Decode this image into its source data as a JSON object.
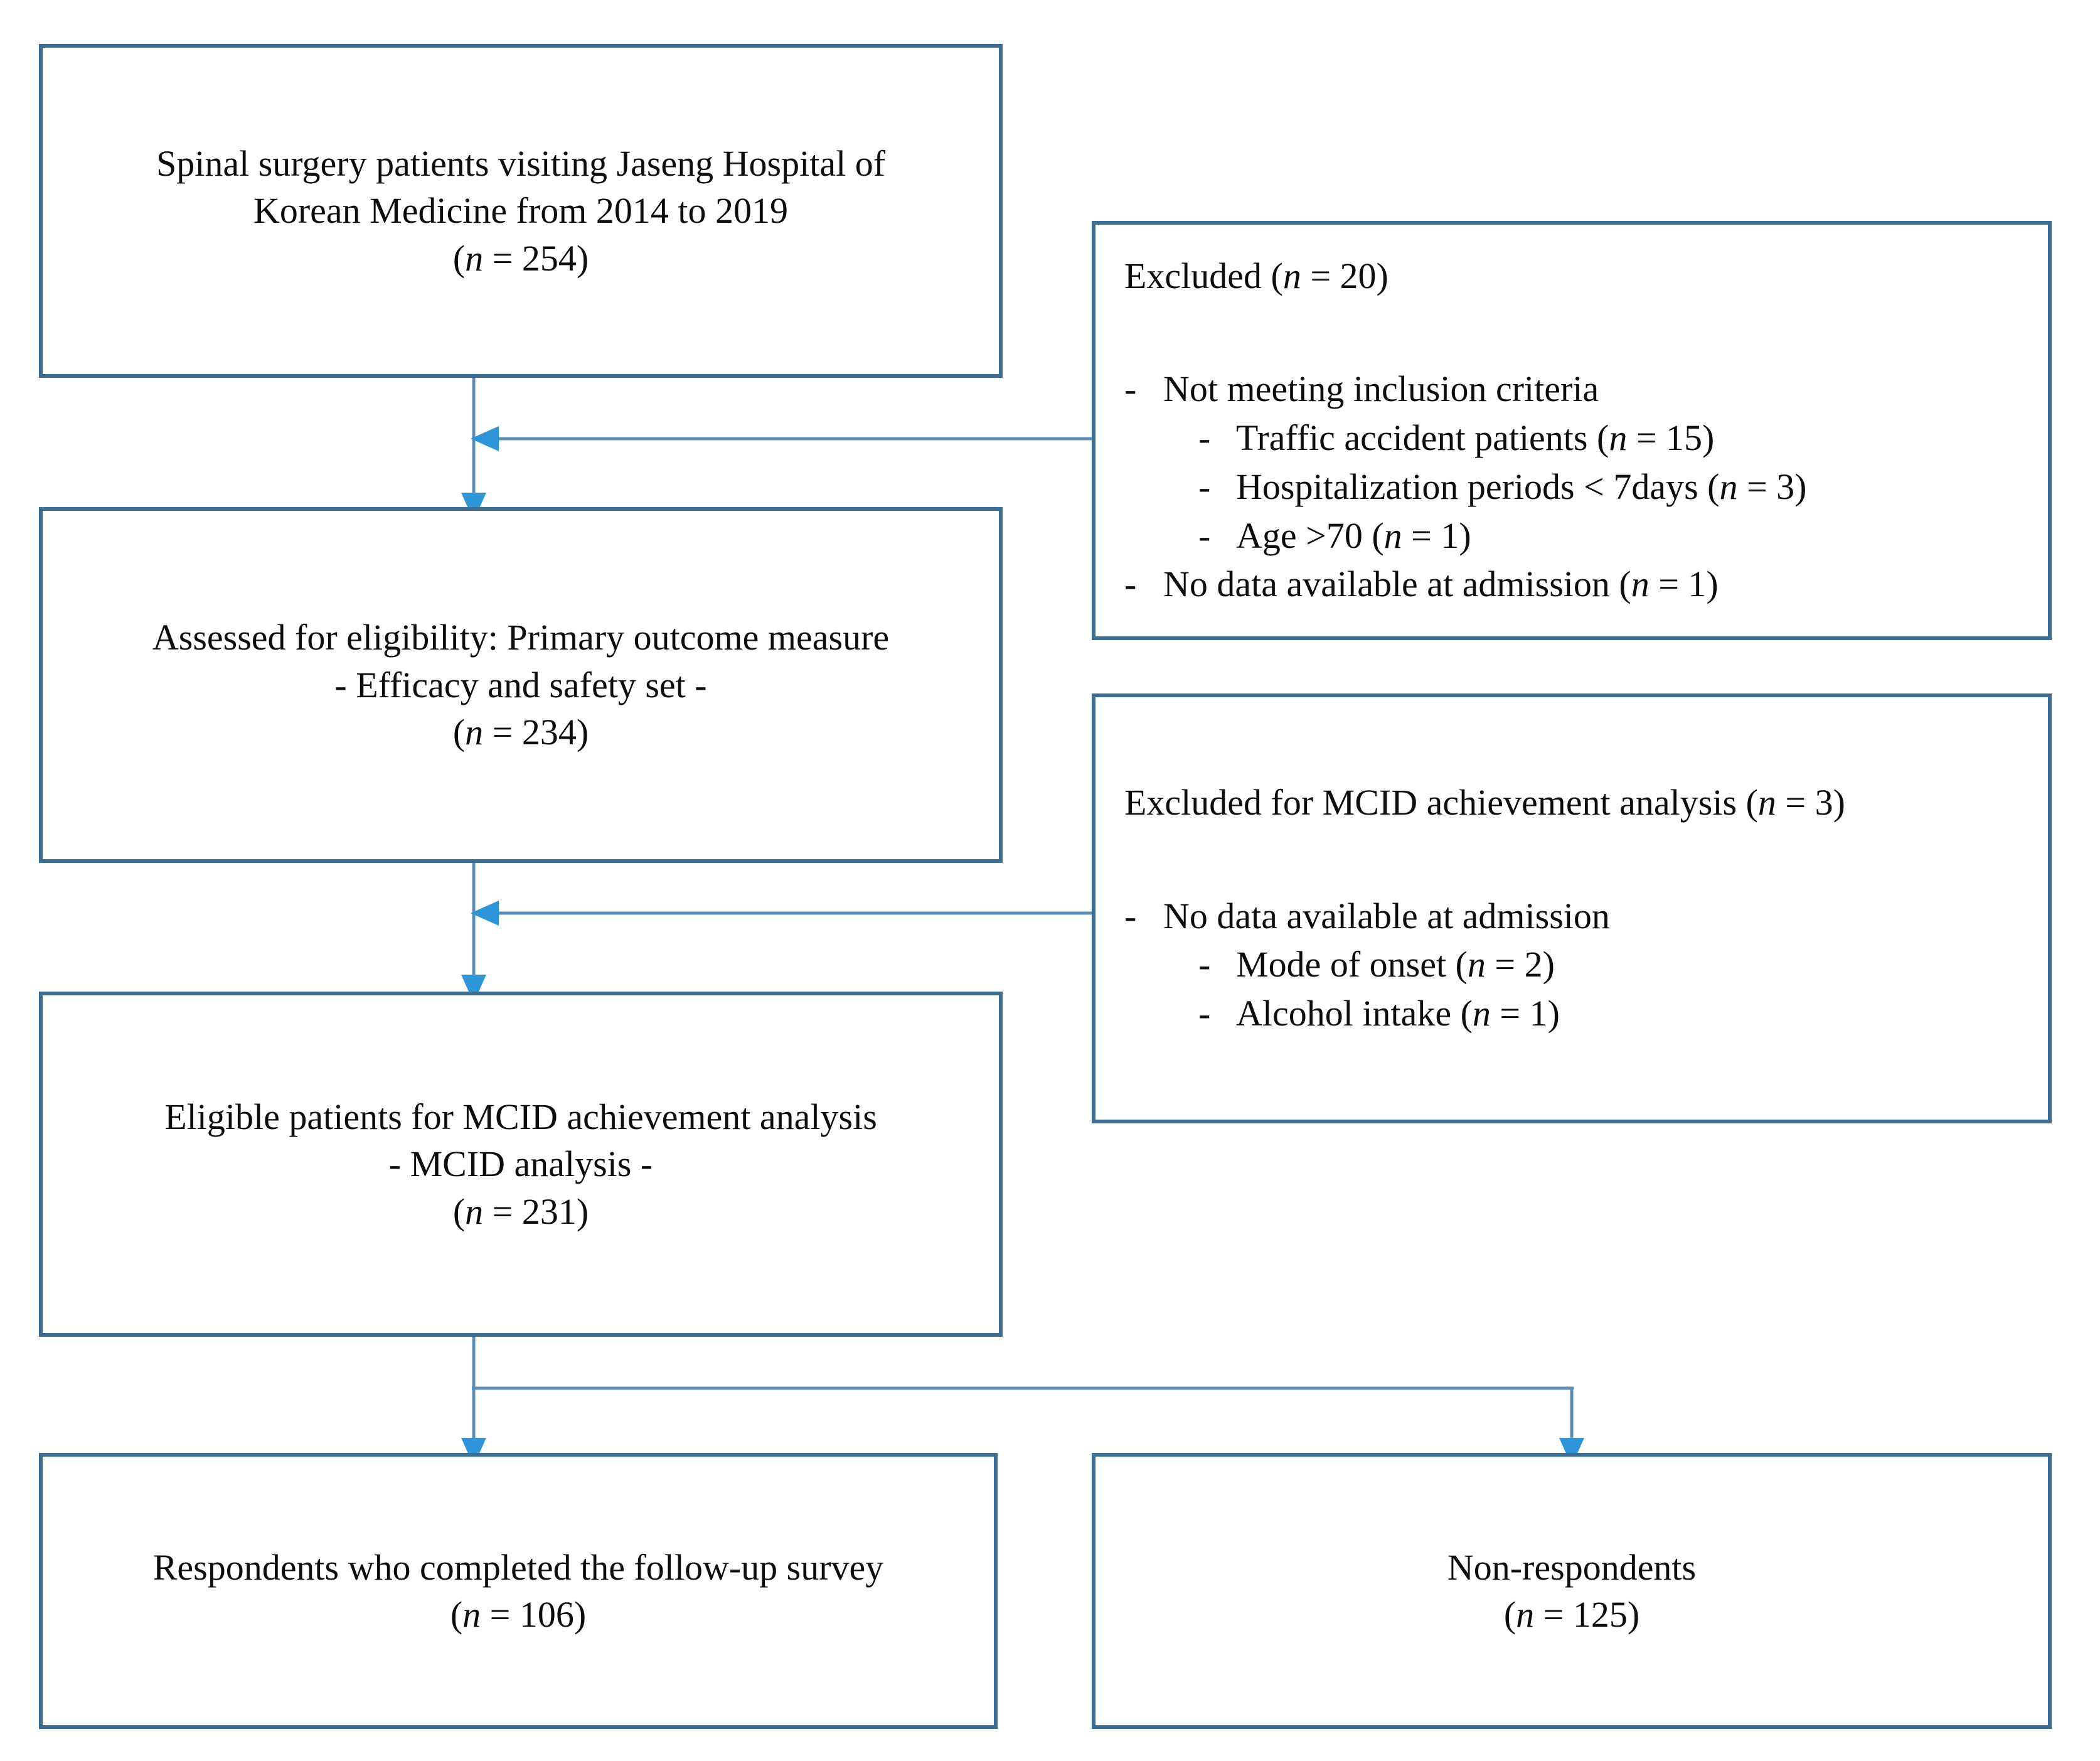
{
  "diagram": {
    "type": "study-flow-chart",
    "colors": {
      "box_border": "#3C6E93",
      "connector_line": "#5B8FB9",
      "arrow_head": "#2E95D8",
      "text": "#0d0d0d",
      "background": "#ffffff"
    }
  },
  "nodes": {
    "enrollment": {
      "line1": "Spinal surgery patients visiting Jaseng Hospital of",
      "line2": "Korean Medicine from 2014 to 2019",
      "count": "(n = 254)",
      "n_value": 254
    },
    "eligibility": {
      "line1": "Assessed for eligibility: Primary outcome measure",
      "line2": "-   Efficacy and safety set -",
      "count": "(n = 234)",
      "n_value": 234
    },
    "mcid_eligible": {
      "line1": "Eligible patients for MCID achievement analysis",
      "line2": "-   MCID analysis -",
      "count": "(n = 231)",
      "n_value": 231
    },
    "respondents": {
      "line1": "Respondents who completed the follow-up survey",
      "count": "(n = 106)",
      "n_value": 106
    },
    "non_respondents": {
      "line1": "Non-respondents",
      "count": "(n = 125)",
      "n_value": 125
    }
  },
  "excluded_boxes": [
    {
      "id": "excluded-enrollment",
      "heading": "Excluded (n = 20)",
      "heading_n": 20,
      "items": [
        {
          "level": 1,
          "mark": "-",
          "text": "Not meeting inclusion criteria",
          "children": [
            {
              "level": 2,
              "mark": "-",
              "text": "Traffic accident patients (n = 15)",
              "n_value": 15
            },
            {
              "level": 2,
              "mark": "-",
              "text": "Hospitalization periods < 7days (n = 3)",
              "n_value": 3
            },
            {
              "level": 2,
              "mark": "-",
              "text": "Age >70 (n = 1)",
              "n_value": 1
            }
          ]
        },
        {
          "level": 1,
          "mark": "-",
          "text": "No data available at admission   (n = 1)",
          "n_value": 1,
          "children": []
        }
      ]
    },
    {
      "id": "excluded-mcid",
      "heading": "Excluded for MCID achievement analysis (n = 3)",
      "heading_n": 3,
      "items": [
        {
          "level": 1,
          "mark": "-",
          "text": "No data available at admission",
          "children": [
            {
              "level": 2,
              "mark": "-",
              "text": "Mode of onset (n = 2)",
              "n_value": 2
            },
            {
              "level": 2,
              "mark": "-",
              "text": "Alcohol intake (n = 1)",
              "n_value": 1
            }
          ]
        }
      ]
    }
  ]
}
